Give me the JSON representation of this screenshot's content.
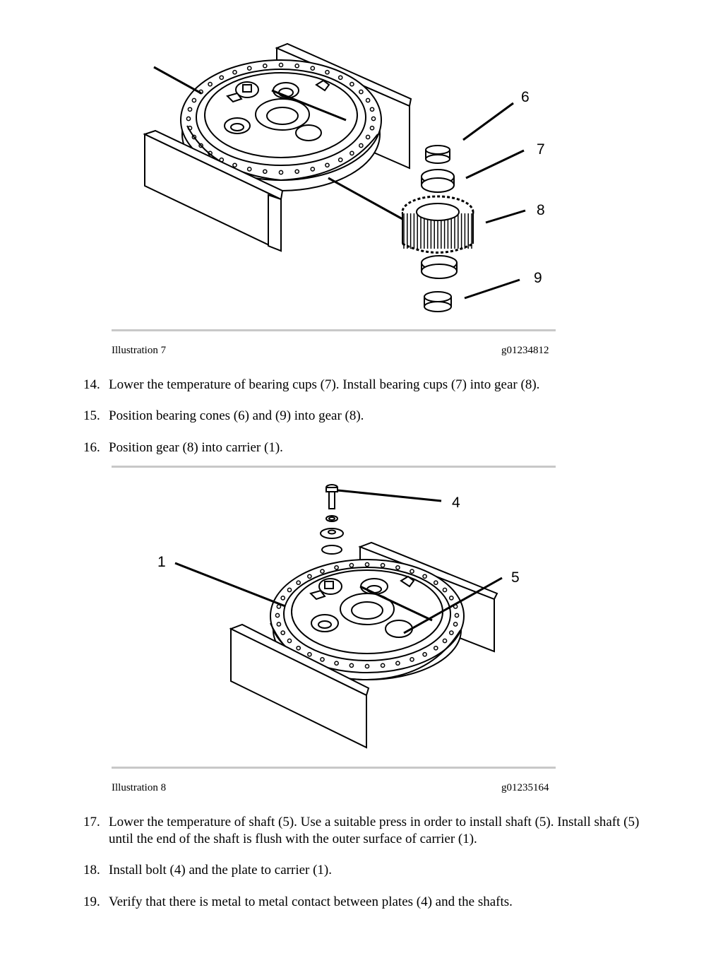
{
  "illustration_7": {
    "caption": "Illustration 7",
    "code": "g01234812",
    "callouts": [
      "6",
      "7",
      "8",
      "9"
    ]
  },
  "steps_a": [
    {
      "number": "14.",
      "text": "Lower the temperature of bearing cups (7). Install bearing cups (7) into gear (8)."
    },
    {
      "number": "15.",
      "text": "Position bearing cones (6) and (9) into gear (8)."
    },
    {
      "number": "16.",
      "text": "Position gear (8) into carrier (1)."
    }
  ],
  "illustration_8": {
    "caption": "Illustration 8",
    "code": "g01235164",
    "callouts": [
      "1",
      "4",
      "5"
    ]
  },
  "steps_b": [
    {
      "number": "17.",
      "text": "Lower the temperature of shaft (5). Use a suitable press in order to install shaft (5). Install shaft (5) until the end of the shaft is flush with the outer surface of carrier (1)."
    },
    {
      "number": "18.",
      "text": "Install bolt (4) and the plate to carrier (1)."
    },
    {
      "number": "19.",
      "text": "Verify that there is metal to metal contact between plates (4) and the shafts."
    }
  ]
}
